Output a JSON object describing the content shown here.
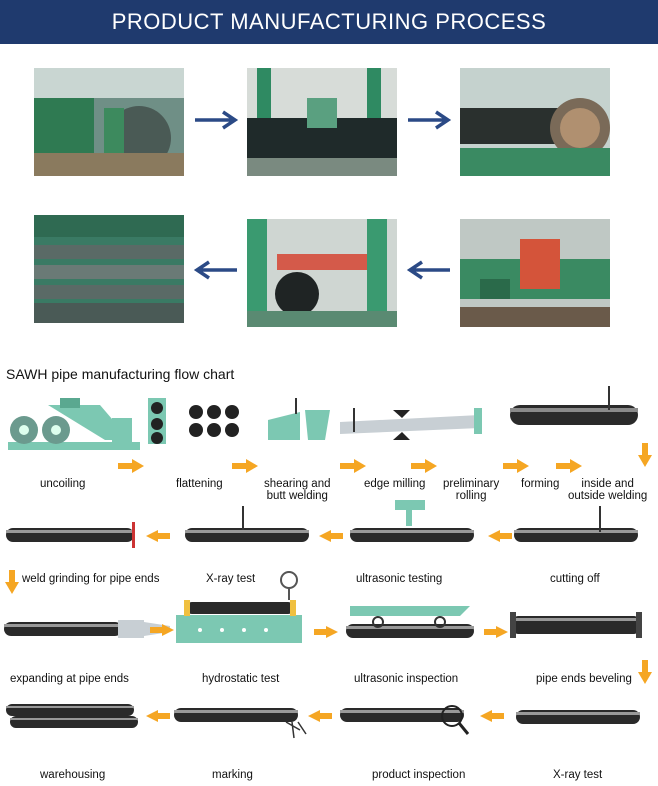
{
  "header": {
    "title": "PRODUCT MANUFACTURING PROCESS"
  },
  "flow": {
    "title": "SAWH pipe manufacturing flow chart",
    "steps": {
      "uncoiling": "uncoiling",
      "flattening": "flattening",
      "shearing_1": "shearing and",
      "shearing_2": "butt welding",
      "edge_milling": "edge milling",
      "preliminary_1": "preliminary",
      "preliminary_2": "rolling",
      "forming": "forming",
      "inside_1": "inside and",
      "inside_2": "outside welding",
      "weld_grinding": "weld grinding for pipe ends",
      "xray_test_1": "X-ray test",
      "ultrasonic_testing": "ultrasonic testing",
      "cutting_off": "cutting off",
      "expanding": "expanding at pipe ends",
      "hydrostatic": "hydrostatic test",
      "ultrasonic_inspection": "ultrasonic inspection",
      "beveling": "pipe ends beveling",
      "warehousing": "warehousing",
      "marking": "marking",
      "product_inspection": "product inspection",
      "xray_test_2": "X-ray test"
    }
  },
  "colors": {
    "header": "#1f3a6e",
    "arrow_orange": "#f5a623",
    "machine_green": "#7cc8b2",
    "photo_arrow": "#2b4a86"
  }
}
